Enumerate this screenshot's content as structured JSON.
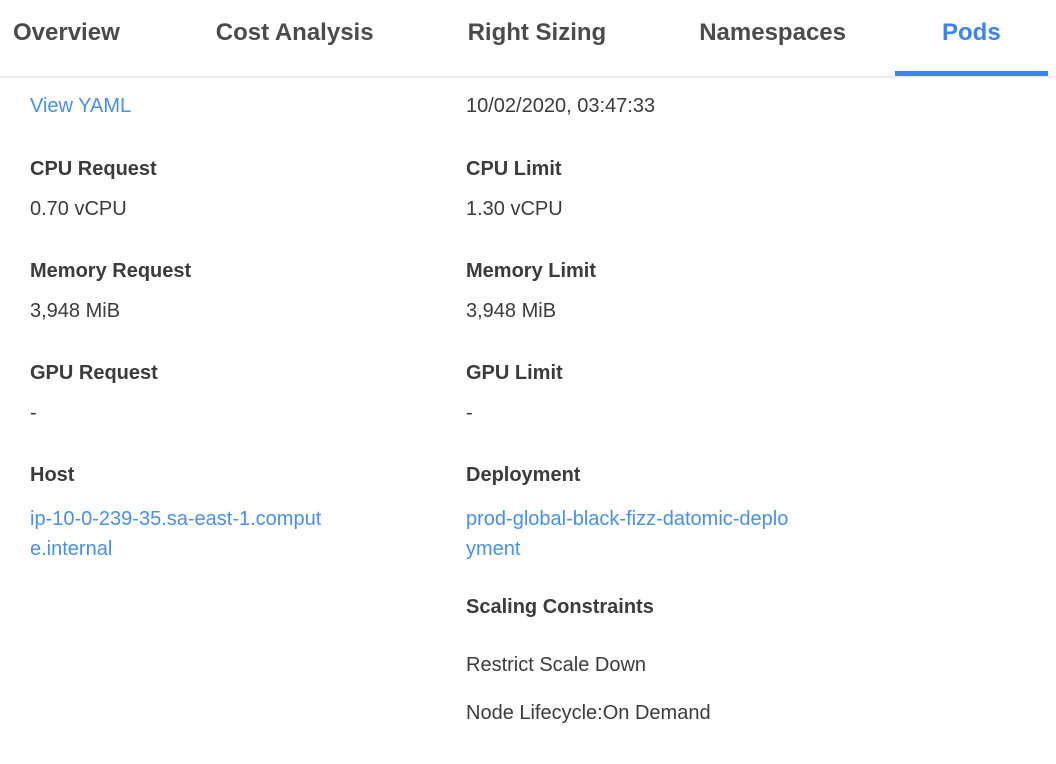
{
  "tabs": {
    "items": [
      {
        "label": "Overview",
        "active": false
      },
      {
        "label": "Cost Analysis",
        "active": false
      },
      {
        "label": "Right Sizing",
        "active": false
      },
      {
        "label": "Namespaces",
        "active": false
      },
      {
        "label": "Pods",
        "active": true
      }
    ]
  },
  "details": {
    "view_yaml_label": "View YAML",
    "timestamp": "10/02/2020, 03:47:33",
    "fields": {
      "cpu_request": {
        "label": "CPU Request",
        "value": "0.70 vCPU"
      },
      "cpu_limit": {
        "label": "CPU Limit",
        "value": "1.30 vCPU"
      },
      "memory_request": {
        "label": "Memory Request",
        "value": "3,948 MiB"
      },
      "memory_limit": {
        "label": "Memory Limit",
        "value": "3,948 MiB"
      },
      "gpu_request": {
        "label": "GPU Request",
        "value": "-"
      },
      "gpu_limit": {
        "label": "GPU Limit",
        "value": "-"
      },
      "host": {
        "label": "Host",
        "value": "ip-10-0-239-35.sa-east-1.compute.internal"
      },
      "deployment": {
        "label": "Deployment",
        "value": "prod-global-black-fizz-datomic-deployment"
      }
    },
    "scaling_constraints": {
      "label": "Scaling Constraints",
      "items": [
        "Restrict Scale Down",
        "Node Lifecycle:On Demand"
      ]
    }
  },
  "colors": {
    "active_tab_blue": "#3d82f2",
    "link_blue": "#4a90e2",
    "text_dark": "#3b3b3b",
    "tab_text": "#4b4b4b",
    "divider": "#ececec"
  }
}
